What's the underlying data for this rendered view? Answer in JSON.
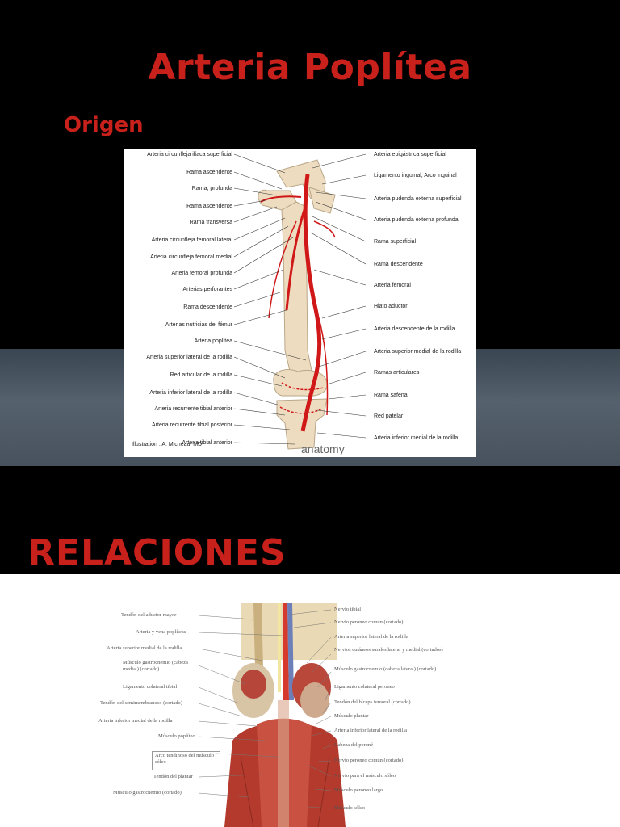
{
  "slide1": {
    "title": "Arteria Poplítea",
    "subtitle": "Origen",
    "figure": {
      "left_labels": [
        "Arteria circunfleja ilíaca superficial",
        "Rama ascendente",
        "Rama, profunda",
        "Rama ascendente",
        "Rama transversa",
        "Arteria circunfleja femoral lateral",
        "Arteria circunfleja femoral medial",
        "Arteria femoral profunda",
        "Arterias perforantes",
        "Rama descendente",
        "Arterias nutricias del fémur",
        "Arteria poplítea",
        "Arteria superior lateral de la rodilla",
        "Red articular de la rodilla",
        "Arteria inferior lateral de la rodilla",
        "Arteria recurrente tibial anterior",
        "Arteria recurrente tibial posterior",
        "Arteria tibial anterior"
      ],
      "right_labels": [
        "Arteria epigástrica superficial",
        "Ligamento inguinal, Arco inguinal",
        "Arteria pudenda externa superficial",
        "Arteria pudenda externa profunda",
        "Rama superficial",
        "Rama descendente",
        "Arteria femoral",
        "Hiato aductor",
        "Arteria descendente de la rodilla",
        "Arteria superior medial de la rodilla",
        "Ramas articulares",
        "Rama safena",
        "Red patelar",
        "Arteria inferior medial de la rodilla"
      ],
      "credit_line1": "Illustration : A. Micheau, MD",
      "watermark": "anatomy"
    }
  },
  "slide2": {
    "title": "RELACIONES",
    "figure": {
      "left_labels": [
        "Tendón del aductor mayor",
        "Arteria y vena poplíteas",
        "Arteria superior medial de la rodilla",
        "Músculo gastrocnemio (cabeza medial) (cortado)",
        "Ligamento colateral tibial",
        "Tendón del semimembranoso (cortado)",
        "Arteria inferior medial de la rodilla",
        "Músculo poplíteo",
        "Arco tendinoso del músculo sóleo",
        "Tendón del plantar",
        "Músculo gastrocnemio (cortado)"
      ],
      "right_labels": [
        "Nervio tibial",
        "Nervio peroneo común (cortado)",
        "Arteria superior lateral de la rodilla",
        "Nervios cutáneos surales lateral y medial (cortados)",
        "Músculo gastrocnemio (cabeza lateral) (cortado)",
        "Ligamento colateral peroneo",
        "Tendón del bíceps femoral (cortado)",
        "Músculo plantar",
        "Arteria inferior lateral de la rodilla",
        "Cabeza del peroné",
        "Nervio peroneo común (cortado)",
        "Nervio para el músculo sóleo",
        "Músculo peroneo largo",
        "Músculo sóleo"
      ]
    }
  },
  "colors": {
    "accent": "#c8201b",
    "background": "#000000",
    "band": "#4a5562"
  }
}
